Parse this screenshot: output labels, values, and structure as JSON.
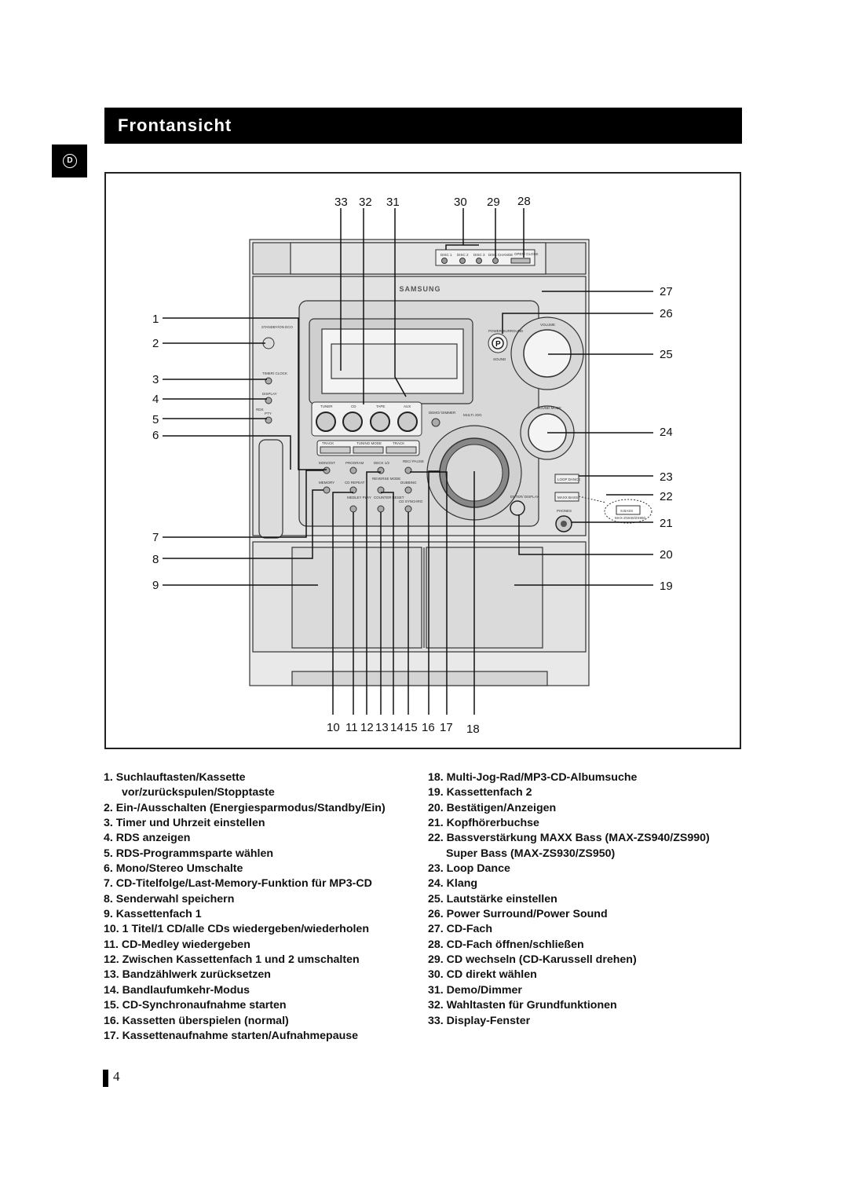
{
  "header": {
    "title": "Frontansicht"
  },
  "language_tab": {
    "letter": "D"
  },
  "figure": {
    "brand": "SAMSUNG",
    "top_callouts": [
      "33",
      "32",
      "31",
      "30",
      "29",
      "28"
    ],
    "left_callouts": [
      "1",
      "2",
      "3",
      "4",
      "5",
      "6",
      "7",
      "8",
      "9"
    ],
    "right_callouts": [
      "27",
      "26",
      "25",
      "24",
      "23",
      "22",
      "21",
      "20",
      "19"
    ],
    "bottom_callouts": [
      "10",
      "11",
      "12",
      "13",
      "14",
      "15",
      "16",
      "17",
      "18"
    ],
    "panel_labels": {
      "disc1": "DISC 1",
      "disc2": "DISC 2",
      "disc3": "DISC 3",
      "disc_change": "DISC CHANGE",
      "open_close": "OPEN/ CLOSE",
      "standby": "STANDBY/ON ECO",
      "timer": "TIMER/ CLOCK",
      "display": "DISPLAY",
      "rds": "RDS",
      "pty": "PTY",
      "tuner": "TUNER",
      "cd": "CD",
      "tape": "TAPE",
      "aux": "AUX",
      "demo": "DEMO/ DIMMER",
      "tuning_mode": "TUNING MODE",
      "track": "TRACK",
      "mono_st": "MONO/ST",
      "program": "PROGRAM",
      "deck": "DECK 1/2",
      "rec_pause": "REC/ PAUSE",
      "memory": "MEMORY",
      "cd_repeat": "CD REPEAT",
      "reverse": "REVERSE MODE",
      "dubbing": "DUBBING",
      "medley": "MEDLEY PLAY",
      "counter": "COUNTER RESET",
      "cd_synchro": "CD SYNCHRO",
      "multi_jog": "MULTI JOG",
      "volume": "VOLUME",
      "sound_mode": "SOUND MODE",
      "power_surround": "POWER SURROUND",
      "power_sound": "SOUND",
      "loop_dance": "LOOP DANCE",
      "maxx_bass": "MAXX BASS",
      "enter_display": "ENTER/ DISPLAY",
      "phones": "PHONES",
      "s_bass": "S.BASS",
      "s_bass_models": "MAX-ZS930/ZS950"
    }
  },
  "legend_left": [
    "1.  Suchlauftasten/Kassette",
    "vor/zurückspulen/Stopptaste",
    "2.  Ein-/Ausschalten (Energiesparmodus/Standby/Ein)",
    "3.  Timer und Uhrzeit einstellen",
    "4.  RDS anzeigen",
    "5.  RDS-Programmsparte wählen",
    "6.  Mono/Stereo Umschalte",
    "7.  CD-Titelfolge/Last-Memory-Funktion für MP3-CD",
    "8.  Senderwahl speichern",
    "9.  Kassettenfach 1",
    "10. 1 Titel/1 CD/alle CDs wiedergeben/wiederholen",
    "11. CD-Medley wiedergeben",
    "12. Zwischen Kassettenfach 1 und 2 umschalten",
    "13. Bandzählwerk zurücksetzen",
    "14. Bandlaufumkehr-Modus",
    "15. CD-Synchronaufnahme starten",
    "16. Kassetten überspielen (normal)",
    "17. Kassettenaufnahme starten/Aufnahmepause"
  ],
  "legend_right": [
    "18. Multi-Jog-Rad/MP3-CD-Albumsuche",
    "19. Kassettenfach 2",
    "20. Bestätigen/Anzeigen",
    "21. Kopfhörerbuchse",
    "22. Bassverstärkung MAXX Bass (MAX-ZS940/ZS990)",
    "Super Bass (MAX-ZS930/ZS950)",
    "23. Loop Dance",
    "24. Klang",
    "25. Lautstärke einstellen",
    "26. Power Surround/Power Sound",
    "27. CD-Fach",
    "28. CD-Fach öffnen/schließen",
    "29. CD wechseln (CD-Karussell drehen)",
    "30. CD direkt wählen",
    "31. Demo/Dimmer",
    "32. Wahltasten für Grundfunktionen",
    "33. Display-Fenster"
  ],
  "footer": {
    "page_number": "4"
  }
}
